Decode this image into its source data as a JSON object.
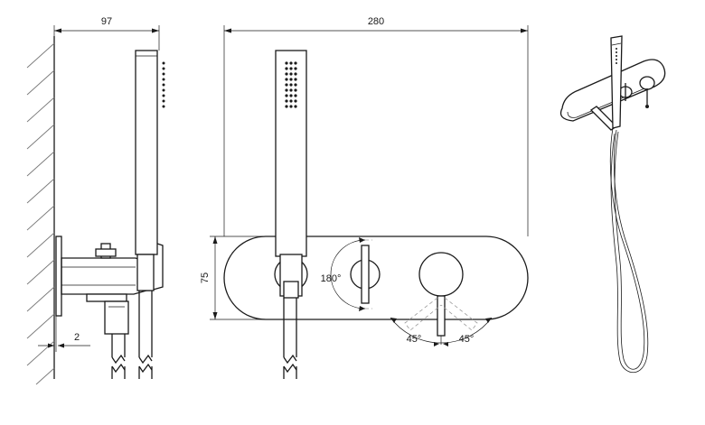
{
  "dimensions": {
    "side_depth": "97",
    "panel_width": "280",
    "panel_height": "75",
    "wall_gap": "2",
    "diverter_rotation": "180°",
    "lever_left_angle": "45°",
    "lever_right_angle": "45°"
  },
  "colors": {
    "line": "#1a1a1a",
    "hatch": "#7a7a7a",
    "dashed": "#9a9a9a",
    "background": "#ffffff"
  }
}
